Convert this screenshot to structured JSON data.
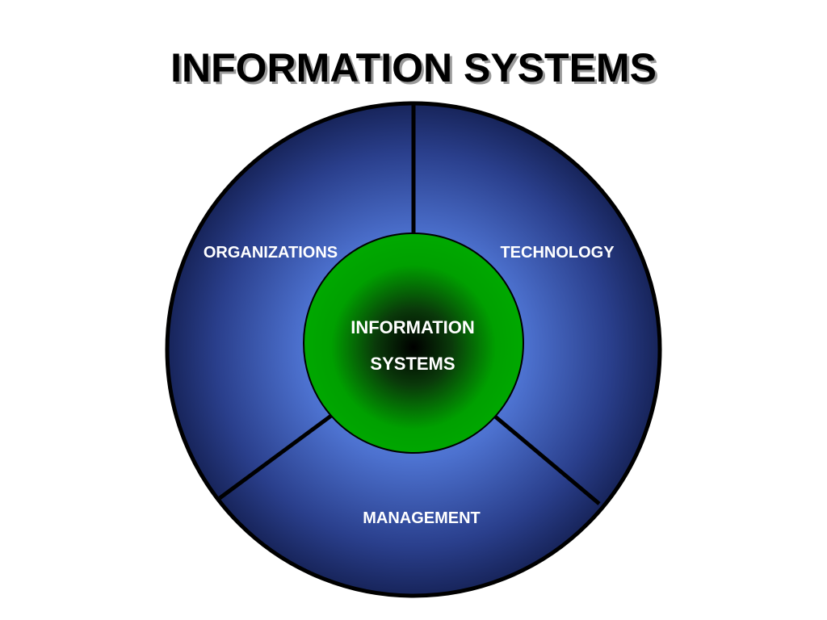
{
  "title": "INFORMATION SYSTEMS",
  "segments": {
    "organizations": "ORGANIZATIONS",
    "technology": "TECHNOLOGY",
    "management": "MANAGEMENT"
  },
  "center": {
    "line1": "INFORMATION",
    "line2": "SYSTEMS"
  },
  "colors": {
    "outer_light": "#6a90e6",
    "outer_dark": "#1a2a66",
    "center_light": "#00a800",
    "center_dark": "#001a00",
    "outline": "#000000",
    "label": "#ffffff"
  }
}
